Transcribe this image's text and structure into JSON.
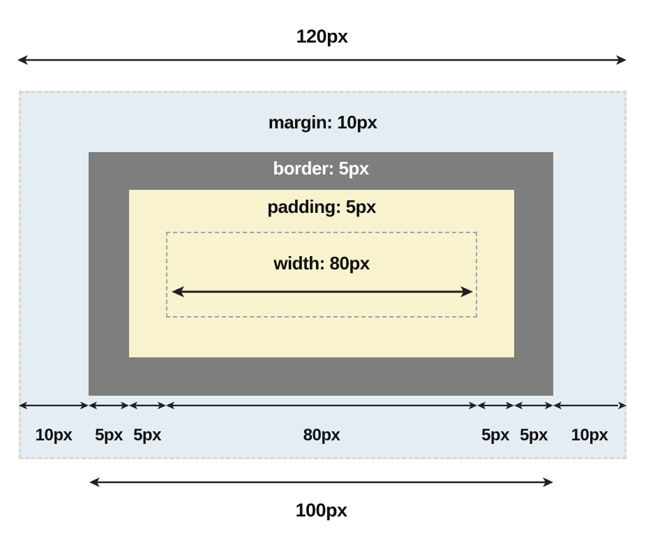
{
  "diagram": {
    "top_dimension": "120px",
    "margin_label": "margin: 10px",
    "border_label": "border: 5px",
    "padding_label": "padding: 5px",
    "content_label": "width: 80px",
    "bottom_measurements": [
      "10px",
      "5px",
      "5px",
      "80px",
      "5px",
      "5px",
      "10px"
    ],
    "border_box_dimension": "100px",
    "colors": {
      "page_bg": "#ffffff",
      "margin_fill": "#e4edf4",
      "margin_dash": "#d8d8ca",
      "border_fill": "#7e7e7e",
      "padding_fill": "#f8f2cf",
      "content_dash": "#a3a3a3",
      "arrow": "#231f20",
      "text": "#0f0f0f",
      "border_text": "#ffffff"
    }
  }
}
